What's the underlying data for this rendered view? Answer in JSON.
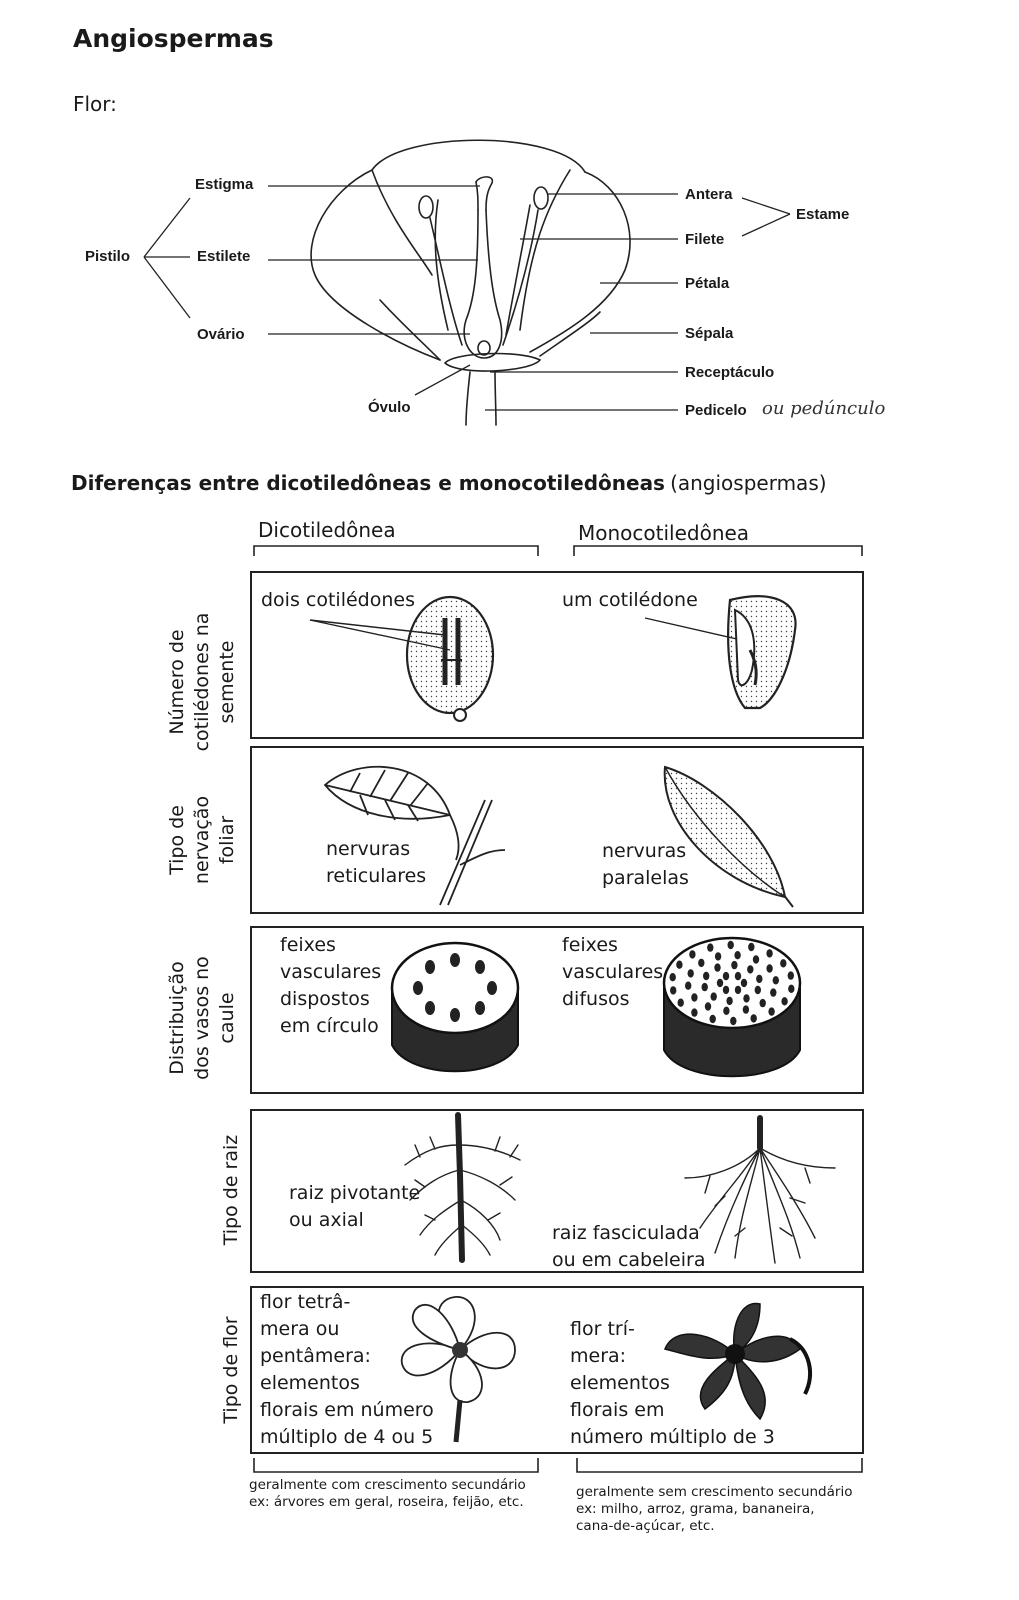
{
  "title": "Angiospermas",
  "flower": {
    "subtitle": "Flor:",
    "labels": {
      "estigma": "Estigma",
      "estilete": "Estilete",
      "ovario": "Ovário",
      "pistilo": "Pistilo",
      "ovulo": "Óvulo",
      "antera": "Antera",
      "filete": "Filete",
      "estame": "Estame",
      "petala": "Pétala",
      "sepala": "Sépala",
      "receptaculo": "Receptáculo",
      "pedicelo": "Pedicelo",
      "pedicelo_note": "ou pedúnculo"
    }
  },
  "comparison": {
    "heading_bold": "Diferenças entre dicotiledôneas e monocotiledôneas",
    "heading_normal": "(angiospermas)",
    "col_dicot": "Dicotiledônea",
    "col_monocot": "Monocotiledônea",
    "rows": [
      {
        "label_lines": [
          "Número de",
          "cotilédones na",
          "semente"
        ],
        "dicot_lines": [
          "dois cotilédones"
        ],
        "monocot_lines": [
          "um cotilédone"
        ]
      },
      {
        "label_lines": [
          "Tipo de",
          "nervação",
          "foliar"
        ],
        "dicot_lines": [
          "nervuras",
          "reticulares"
        ],
        "monocot_lines": [
          "nervuras",
          "paralelas"
        ]
      },
      {
        "label_lines": [
          "Distribuição",
          "dos vasos no",
          "caule"
        ],
        "dicot_lines": [
          "feixes",
          "vasculares",
          "dispostos",
          "em círculo"
        ],
        "monocot_lines": [
          "feixes",
          "vasculares",
          "difusos"
        ]
      },
      {
        "label_lines": [
          "Tipo de raiz"
        ],
        "dicot_lines": [
          "raiz pivotante",
          "ou axial"
        ],
        "monocot_lines": [
          "raiz fasciculada",
          "ou em cabeleira"
        ]
      },
      {
        "label_lines": [
          "Tipo de flor"
        ],
        "dicot_lines": [
          "flor tetrâ-",
          "mera ou",
          "pentâmera:",
          "elementos",
          "florais em número",
          "múltiplo de 4 ou 5"
        ],
        "monocot_lines": [
          "flor trí-",
          "mera:",
          "elementos",
          "florais em",
          "número múltiplo de 3"
        ]
      }
    ],
    "footer_dicot": [
      "geralmente com crescimento secundário",
      "ex: árvores em geral, roseira, feijão, etc."
    ],
    "footer_monocot": [
      "geralmente sem crescimento secundário",
      "ex: milho, arroz, grama, bananeira,",
      "cana-de-açúcar, etc."
    ]
  }
}
